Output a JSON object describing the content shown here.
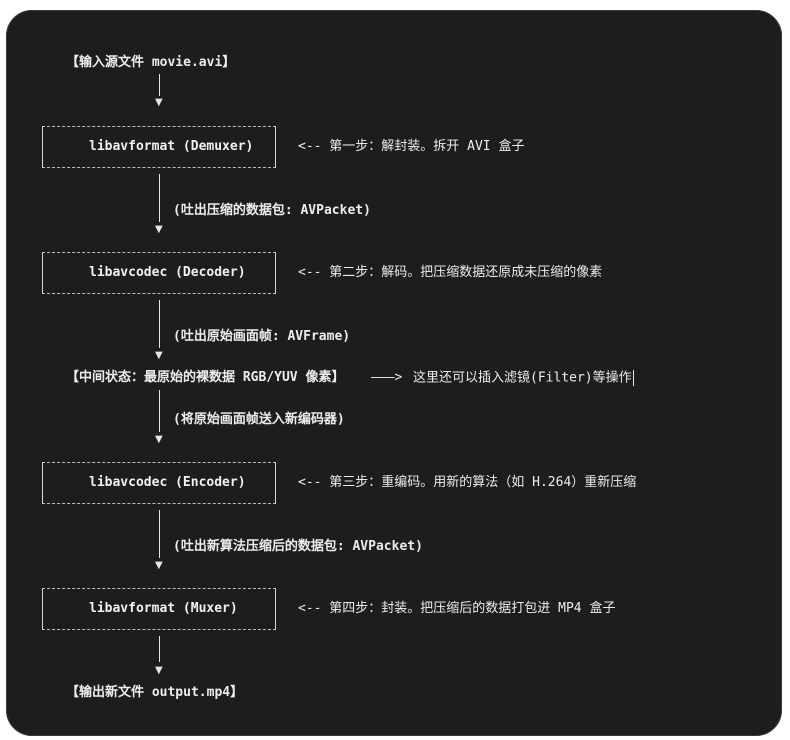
{
  "input_file": "【输入源文件 movie.avi】",
  "steps": [
    {
      "label": "libavformat (Demuxer)",
      "note": "<-- 第一步：解封装。拆开 AVI 盒子",
      "output": "(吐出压缩的数据包: AVPacket)"
    },
    {
      "label": "libavcodec (Decoder)",
      "note": "<-- 第二步：解码。把压缩数据还原成未压缩的像素",
      "output": "(吐出原始画面帧: AVFrame)"
    },
    {
      "label": "libavcodec (Encoder)",
      "note": "<-- 第三步：重编码。用新的算法（如 H.264）重新压缩",
      "output": "(吐出新算法压缩后的数据包: AVPacket)"
    },
    {
      "label": "libavformat (Muxer)",
      "note": "<-- 第四步：封装。把压缩后的数据打包进 MP4 盒子"
    }
  ],
  "intermediate": {
    "state": "【中间状态：最原始的裸数据 RGB/YUV 像素】",
    "arrow": "———>",
    "note": "这里还可以插入滤镜(Filter)等操作",
    "next": "(将原始画面帧送入新编码器)"
  },
  "output_file": "【输出新文件 output.mp4】"
}
